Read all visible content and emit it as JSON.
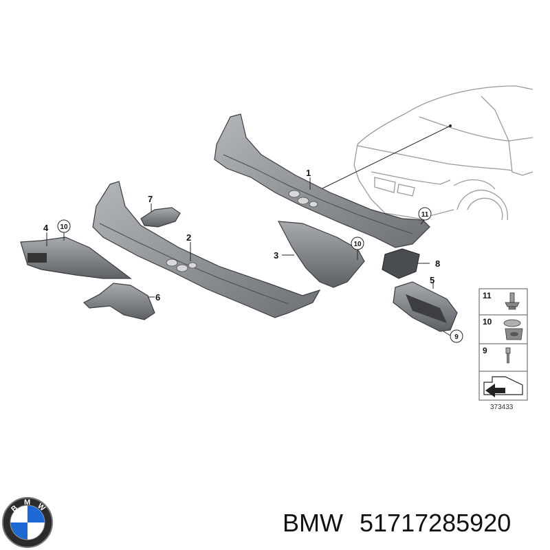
{
  "callouts": {
    "c1": "1",
    "c2": "2",
    "c3": "3",
    "c4": "4",
    "c5": "5",
    "c6": "6",
    "c7": "7",
    "c8": "8",
    "c9": "9",
    "c10a": "10",
    "c10b": "10",
    "c11": "11"
  },
  "legend": {
    "items": [
      "11",
      "10",
      "9"
    ],
    "diagram_id": "373433"
  },
  "brand": {
    "label": "BMW",
    "part_number": "51717285920",
    "logo_letters": [
      "B",
      "M",
      "W"
    ]
  },
  "colors": {
    "part_fill": "#8e9196",
    "part_dark": "#5f6368",
    "line": "#222222",
    "car_line": "#9a9a9a",
    "logo_blue": "#1c69d4"
  }
}
